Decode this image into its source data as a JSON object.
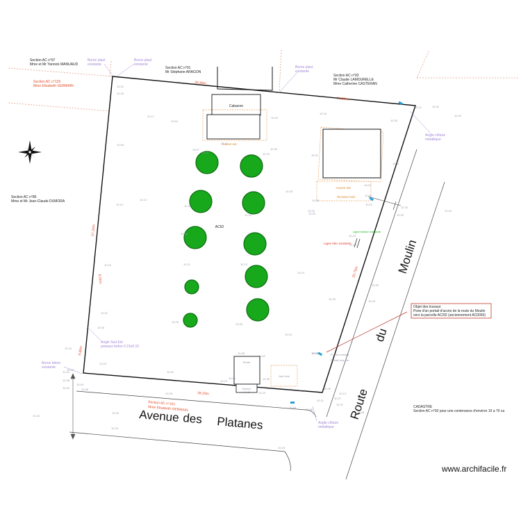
{
  "owners": {
    "ac97": [
      "Section AC n°97",
      "Mme et Mr Yannick MANUAUD"
    ],
    "ac91": [
      "Section AC n°91",
      "Mr Stéphane ARAGON"
    ],
    "ac93": [
      "Section AC n°93",
      "Mr Claude LAMOURELLE",
      "Mme Catherine CASTERAN"
    ],
    "ac125": [
      "Section AC n°125",
      "Mme Elisabeth GERMAIN"
    ],
    "ac86": [
      "Section AC n°86",
      "Mme et Mr Jean-Claude DUMORA"
    ],
    "ac161": [
      "Section AC n°161",
      "Mme Elisabeth GERMAIN"
    ]
  },
  "markers": {
    "borne1": [
      "Borne plast",
      "existante"
    ],
    "borne2": [
      "Borne plast",
      "existante"
    ],
    "borne3": [
      "Borne plast",
      "existante"
    ],
    "borne_beton": [
      "Borne béton",
      "existante"
    ],
    "angle_cloture_ne": [
      "Angle clôture",
      "métallique"
    ],
    "angle_cloture_se": [
      "Angle clôture",
      "métallique"
    ],
    "angle_sud_est": [
      "Angle Sud Est",
      "poteaux béton 0.15x0.15"
    ]
  },
  "buildings": {
    "cabanon": "Cabanon",
    "auvent_toit_1": "Auvent toit",
    "auvent_toit_2": "Auvent toit",
    "terrasse": "Terrasse bois",
    "parcel": "AC92",
    "small_a": "Rétab",
    "small_b": "Bassin",
    "small_c": "Abri bois"
  },
  "roads": {
    "avenue": [
      "Avenue",
      "des",
      "Platanes"
    ],
    "route": [
      "Route",
      "du",
      "Moulin"
    ]
  },
  "lines": {
    "ligne_a": "Ligne lecture existante",
    "ligne_b": "Ligne élec existante",
    "portail_a": "Portail existant",
    "portail_b": "Portail bois 4m"
  },
  "note": {
    "title": "Objet des travaux:",
    "line1": "Pose d'un portail d'accès de la route du Moulin",
    "line2": "vers la parcelle AC/92 (anciennement AC0093)"
  },
  "cadastre": {
    "title": "CADASTRE",
    "text": "Section AC n°92 pour une contenance d'environ 19 a 70 ca"
  },
  "watermark": "www.archifacile.fr",
  "dimensions": {
    "d1": "28.48m",
    "d2": "20.29m",
    "d3": "57.34m",
    "d4": "20.79m",
    "d5": "28.29m",
    "d6": "9.88m",
    "d7": "8.00m"
  },
  "spot_levels": [
    "10.22",
    "10.18",
    "10.17",
    "10.04",
    "10.08",
    "10.20",
    "10.18",
    "10.12",
    "10.07",
    "10.15",
    "10.14",
    "10.13",
    "10.22",
    "10.15",
    "10.30",
    "10.08",
    "10.28",
    "10.21",
    "10.25",
    "10.02",
    "10.11",
    "10.12",
    "10.15",
    "10.30",
    "10.21",
    "10.23",
    "10.24",
    "10.40",
    "10.15",
    "10.11",
    "10.13",
    "10.14",
    "10.16",
    "10.15",
    "10.22",
    "10.18",
    "10.26",
    "10.33",
    "10.24",
    "10.35",
    "10.21",
    "10.34",
    "10.29",
    "10.33",
    "10.25",
    "10.38",
    "10.48",
    "10.42",
    "10.16",
    "10.41",
    "10.48",
    "10.36",
    "10.40",
    "10.32",
    "10.37",
    "10.40",
    "10.27",
    "10.13",
    "10.44",
    "10.28",
    "10.37",
    "10.48",
    "10.44",
    "10.33",
    "10.20",
    "10.30",
    "10.28",
    "10.23",
    "10.43",
    "10.29",
    "10.40",
    "10.13",
    "10.12",
    "10.43",
    "10.25",
    "10.40",
    "10.25",
    "10.29",
    "10.21"
  ],
  "colors": {
    "tree": "#17a81b",
    "boundary": "#111111",
    "orange_label": "#e4502a",
    "purple_label": "#a58ad6",
    "note_border": "#c0392b"
  }
}
